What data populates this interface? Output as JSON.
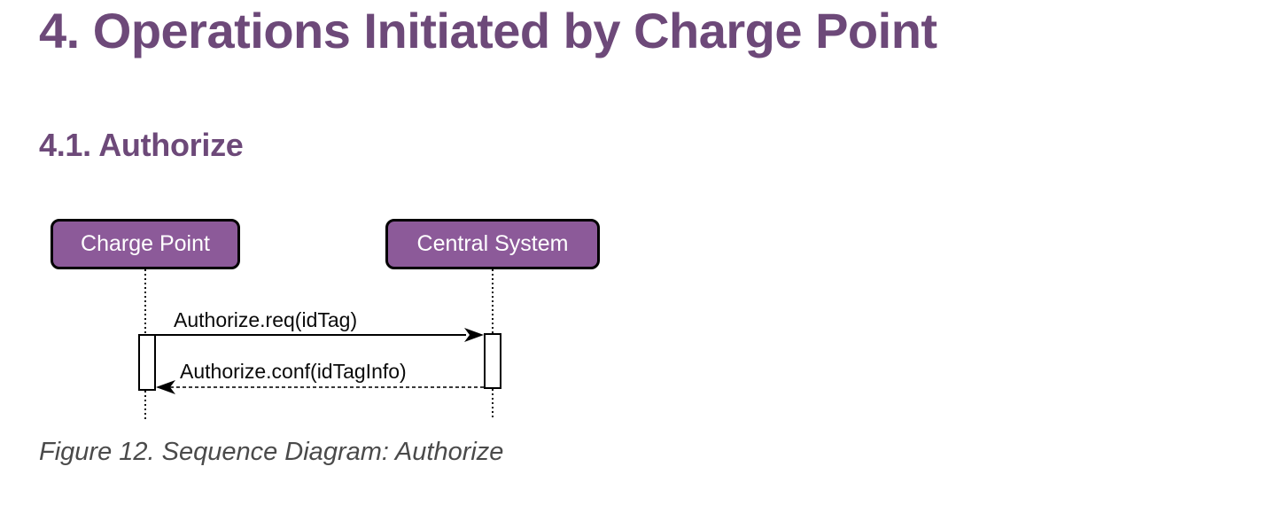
{
  "document": {
    "h1": "4. Operations Initiated by Charge Point",
    "h2": "4.1. Authorize",
    "caption": "Figure 12. Sequence Diagram: Authorize"
  },
  "diagram": {
    "type": "sequence",
    "actors": [
      {
        "label": "Charge Point"
      },
      {
        "label": "Central System"
      }
    ],
    "messages": [
      {
        "from": "Charge Point",
        "to": "Central System",
        "label": "Authorize.req(idTag)",
        "style": "solid"
      },
      {
        "from": "Central System",
        "to": "Charge Point",
        "label": "Authorize.conf(idTagInfo)",
        "style": "dashed"
      }
    ]
  },
  "colors": {
    "heading": "#6d4979",
    "actor_fill": "#8c5a99",
    "actor_border": "#000000",
    "actor_text": "#ffffff",
    "diagram_line": "#000000",
    "caption_text": "#4a4a4a"
  }
}
